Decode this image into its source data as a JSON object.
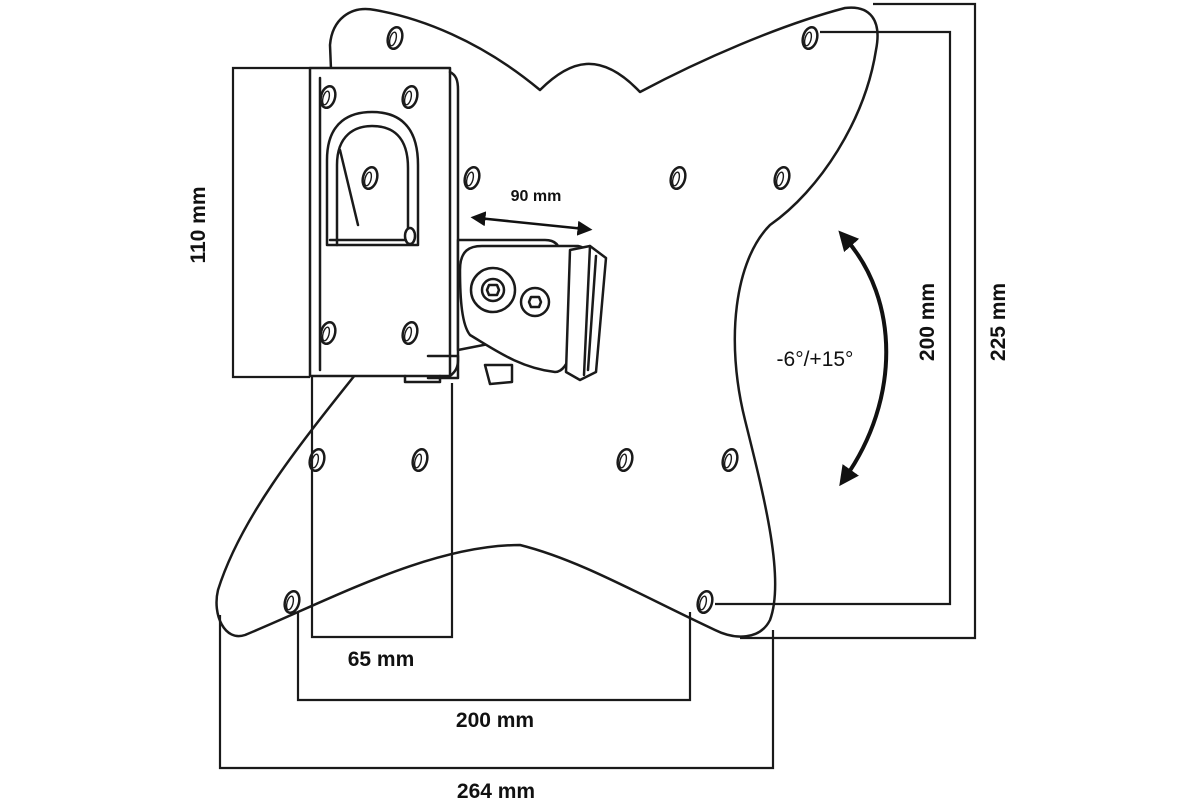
{
  "dimensions": {
    "bracket_height": "110 mm",
    "arm_reach": "90 mm",
    "bracket_width": "65 mm",
    "hole_spacing_horizontal": "200 mm",
    "plate_width": "264 mm",
    "hole_spacing_vertical": "200 mm",
    "plate_height": "225 mm"
  },
  "tilt": {
    "range": "-6°/+15°"
  }
}
